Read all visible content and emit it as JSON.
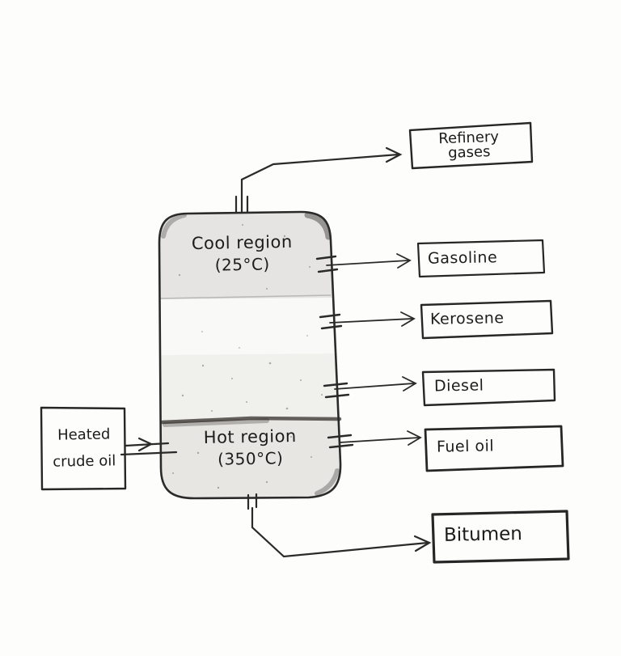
{
  "diagram": {
    "kind": "hand-drawn fractional distillation column",
    "colors": {
      "ink": "#2a2a2a",
      "paper": "#fdfdfb",
      "shade": "#46413c"
    }
  },
  "column": {
    "cool_label": "Cool region",
    "cool_temp": "(25°C)",
    "hot_label": "Hot region",
    "hot_temp": "(350°C)"
  },
  "input": {
    "line1": "Heated",
    "line2": "crude oil"
  },
  "outputs": {
    "refinery_gases_line1": "Refinery",
    "refinery_gases_line2": "gases",
    "gasoline": "Gasoline",
    "kerosene": "Kerosene",
    "diesel": "Diesel",
    "fuel_oil": "Fuel oil",
    "bitumen": "Bitumen"
  }
}
